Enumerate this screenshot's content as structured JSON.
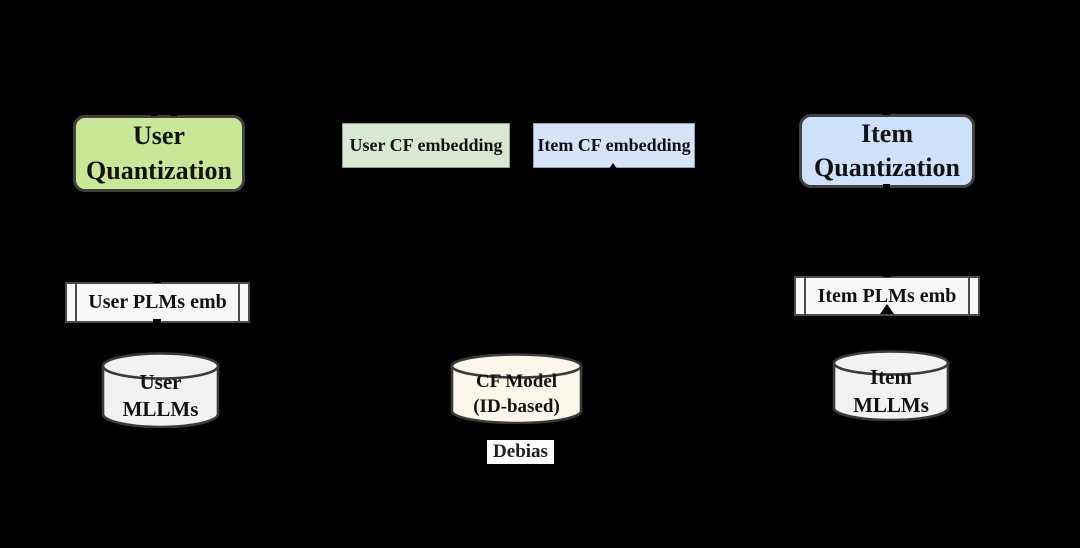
{
  "background_color": "#000000",
  "nodes": {
    "user_quantization": {
      "label": "User\nQuantization",
      "fill": "#c9e897",
      "shape": "rounded-rectangle"
    },
    "item_quantization": {
      "label": "Item\nQuantization",
      "fill": "#cde2fa",
      "shape": "rounded-rectangle"
    },
    "user_cf_embedding": {
      "label": "User CF embedding",
      "fill": "#d9e8d2",
      "shape": "rectangle"
    },
    "item_cf_embedding": {
      "label": "Item CF embedding",
      "fill": "#d7e3f8",
      "shape": "rectangle"
    },
    "user_plms_emb": {
      "label": "User PLMs emb",
      "fill": "#f7f7f7",
      "shape": "predefined-process"
    },
    "item_plms_emb": {
      "label": "Item PLMs emb",
      "fill": "#f7f7f7",
      "shape": "predefined-process"
    },
    "user_mllms": {
      "label": "User\nMLLMs",
      "fill": "#f2f2f2",
      "shape": "cylinder"
    },
    "cf_model": {
      "label": "CF Model\n(ID-based)",
      "fill": "#faf6ea",
      "shape": "cylinder"
    },
    "item_mllms": {
      "label": "Item\nMLLMs",
      "fill": "#f2f2f2",
      "shape": "cylinder"
    },
    "debias": {
      "label": "Debias",
      "fill": "#fdfdfd",
      "shape": "highlighted-text"
    }
  }
}
